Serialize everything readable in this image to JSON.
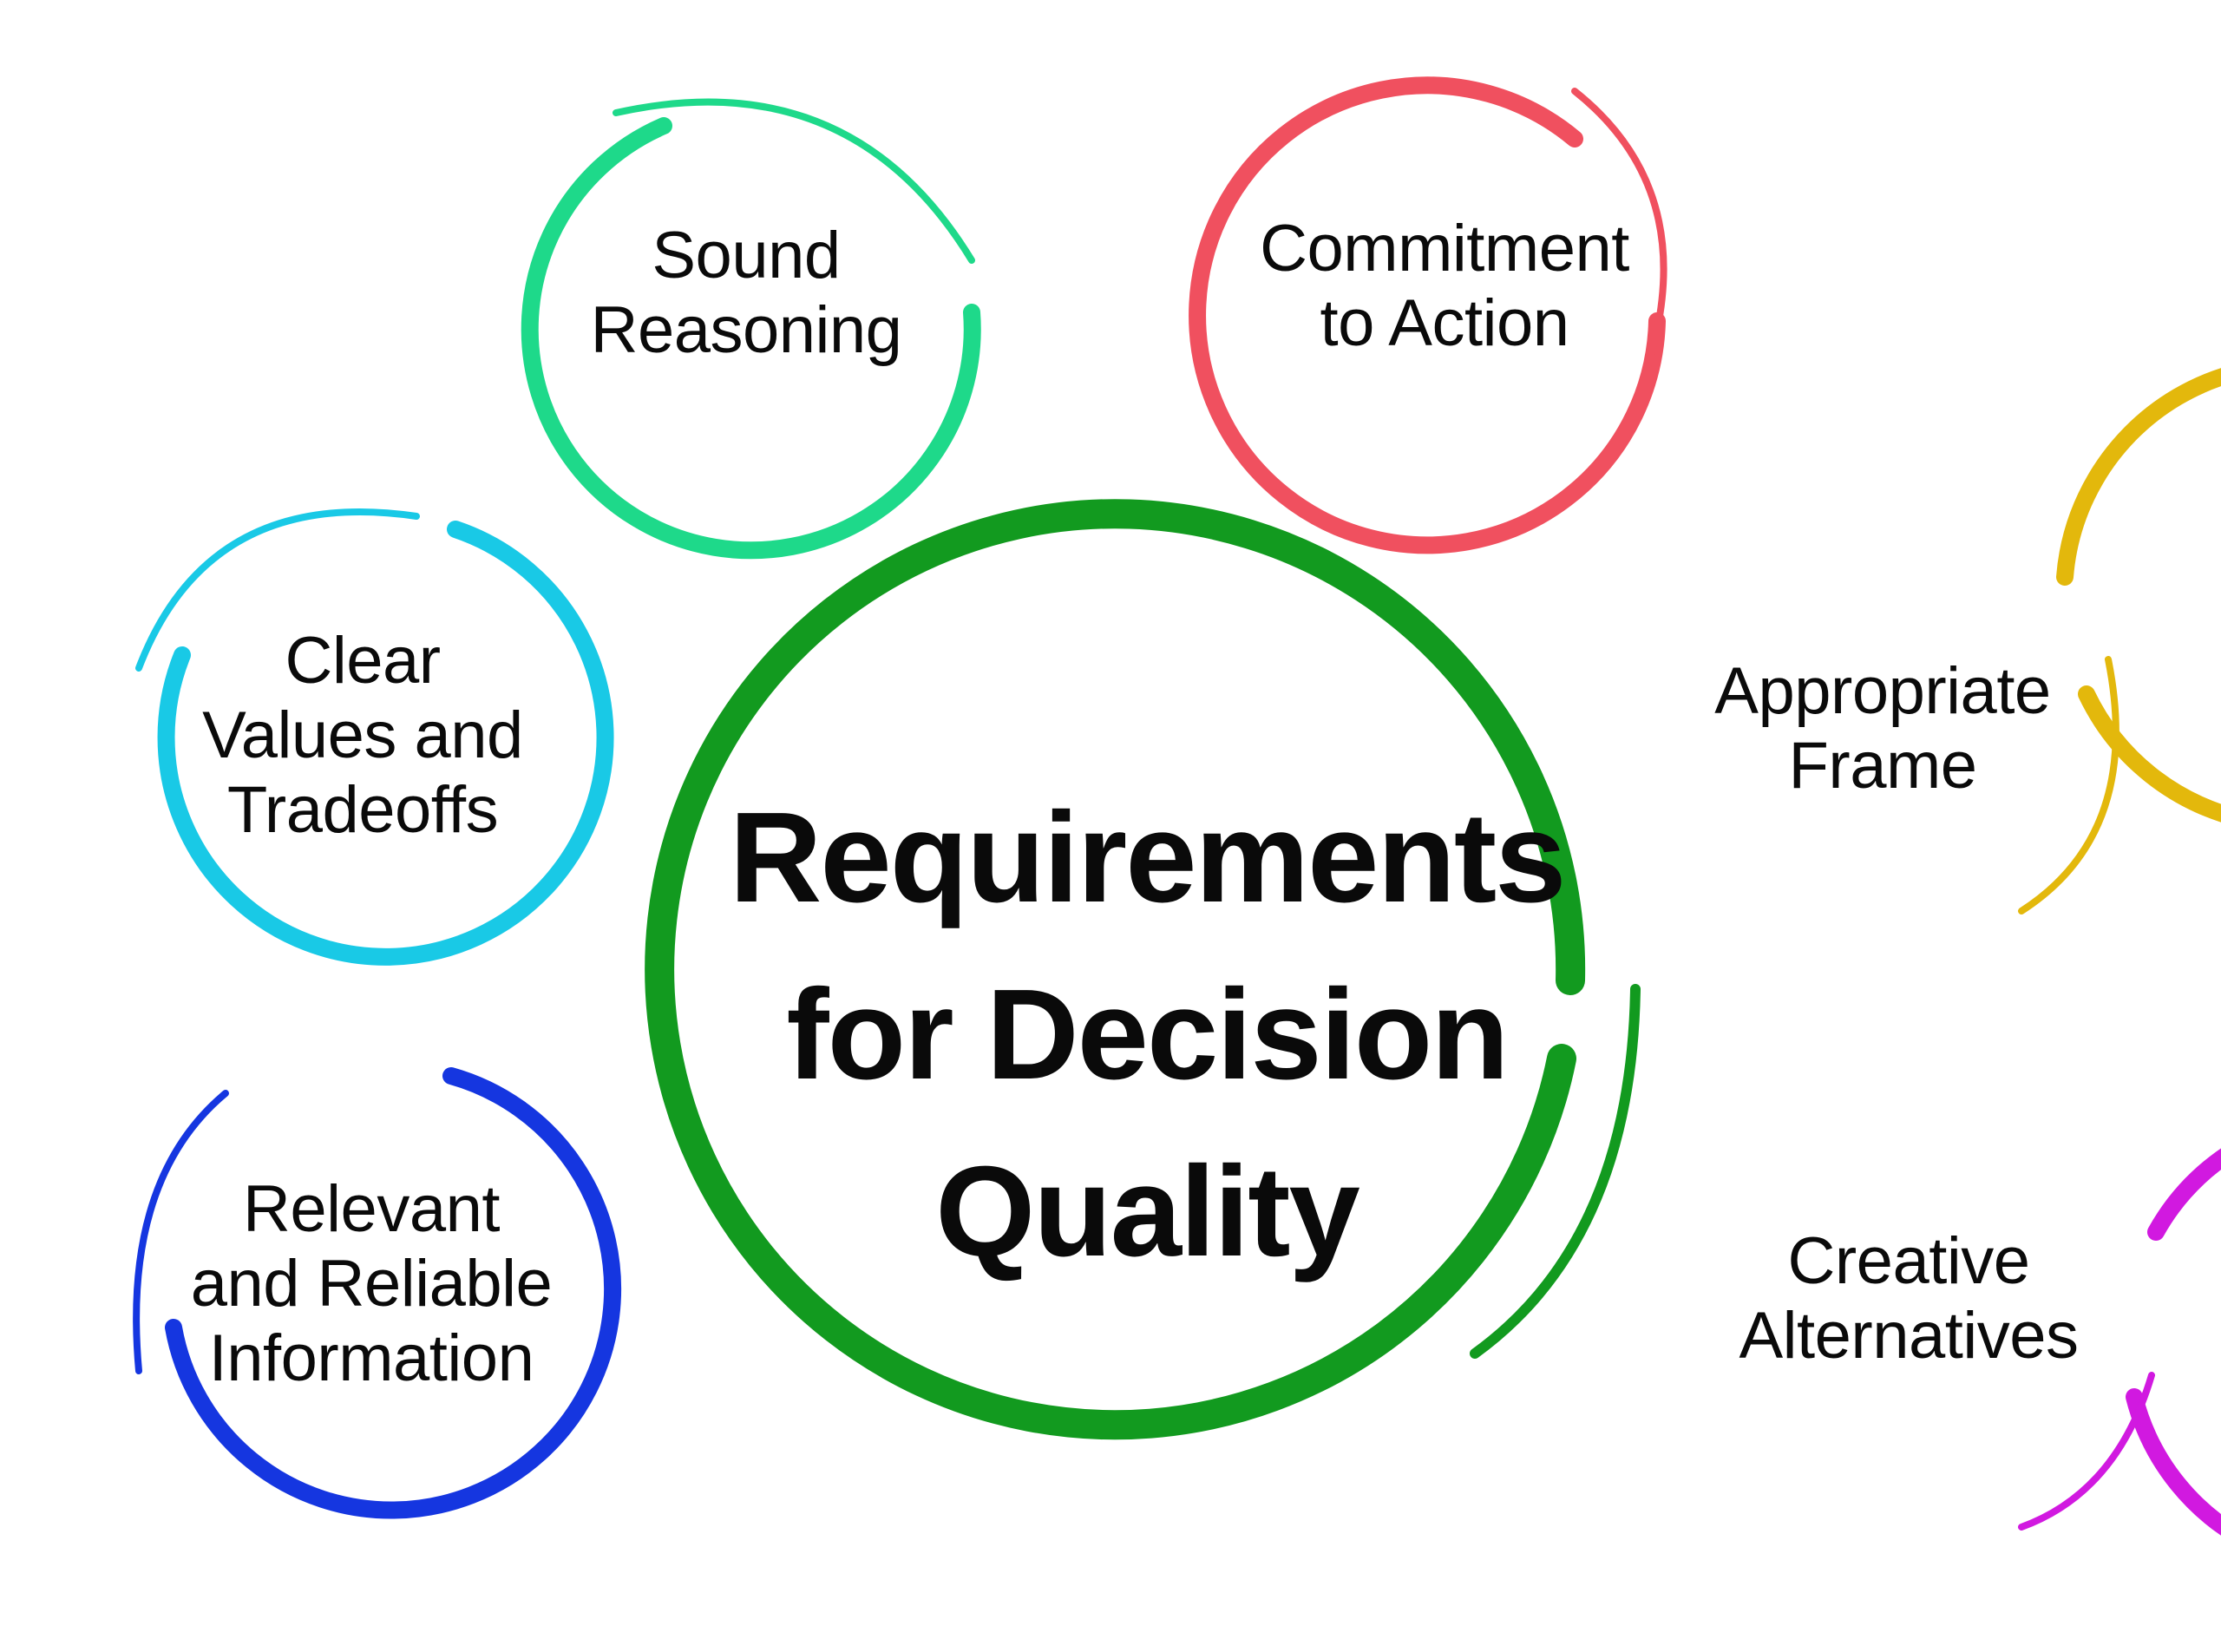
{
  "diagram": {
    "center": {
      "lines": [
        "Requirements",
        "for Decision",
        "Quality"
      ],
      "color": "#129a1f"
    },
    "nodes": [
      {
        "id": "sound-reasoning",
        "lines": [
          "Sound",
          "Reasoning"
        ],
        "color": "#1ed98a"
      },
      {
        "id": "commitment-to-action",
        "lines": [
          "Commitment",
          "to Action"
        ],
        "color": "#f0505f"
      },
      {
        "id": "clear-values",
        "lines": [
          "Clear",
          "Values and",
          "Tradeoffs"
        ],
        "color": "#19c9e6"
      },
      {
        "id": "appropriate-frame",
        "lines": [
          "Appropriate",
          "Frame"
        ],
        "color": "#e3b80c"
      },
      {
        "id": "relevant-information",
        "lines": [
          "Relevant",
          "and Reliable",
          "Information"
        ],
        "color": "#1536e0"
      },
      {
        "id": "creative-alternatives",
        "lines": [
          "Creative",
          "Alternatives"
        ],
        "color": "#d119e0"
      }
    ]
  }
}
